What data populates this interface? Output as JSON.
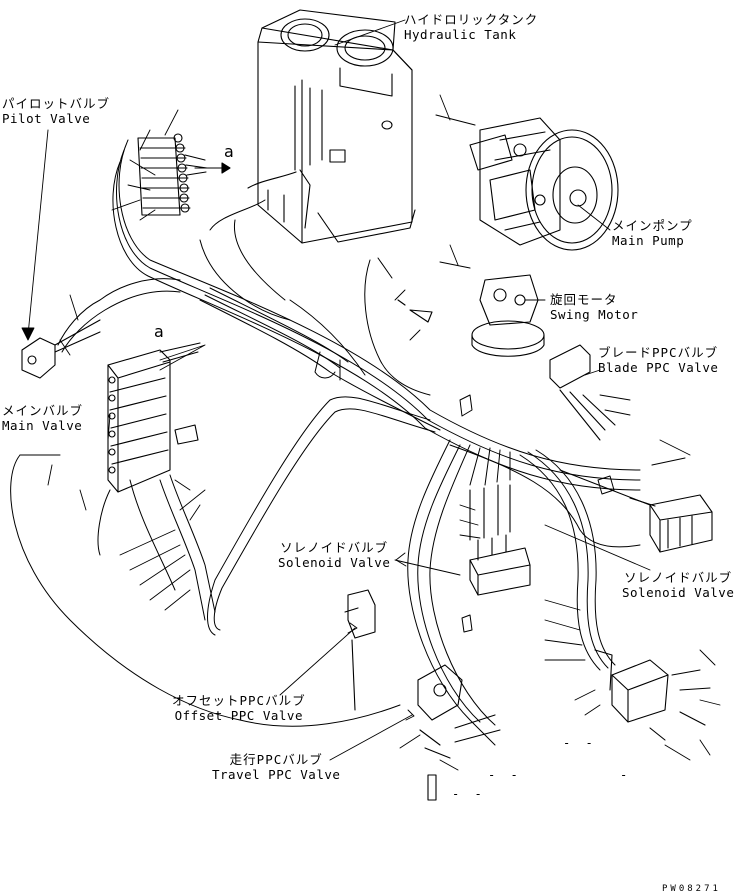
{
  "labels": {
    "hydraulic_tank": {
      "jp": "ハイドロリックタンク",
      "en": "Hydraulic Tank"
    },
    "pilot_valve": {
      "jp": "パイロットバルブ",
      "en": "Pilot Valve"
    },
    "main_pump": {
      "jp": "メインポンプ",
      "en": "Main Pump"
    },
    "swing_motor": {
      "jp": "旋回モータ",
      "en": "Swing Motor"
    },
    "blade_ppc_valve": {
      "jp": "ブレードPPCバルブ",
      "en": "Blade PPC Valve"
    },
    "main_valve": {
      "jp": "メインバルブ",
      "en": "Main Valve"
    },
    "solenoid_valve_center": {
      "jp": "ソレノイドバルブ",
      "en": "Solenoid Valve"
    },
    "solenoid_valve_right": {
      "jp": "ソレノイドバルブ",
      "en": "Solenoid Valve"
    },
    "offset_ppc_valve": {
      "jp": "オフセットPPCバルブ",
      "en": "Offset PPC Valve"
    },
    "travel_ppc_valve": {
      "jp": "走行PPCバルブ",
      "en": "Travel PPC Valve"
    }
  },
  "connection_tags": {
    "pilot": "a",
    "main": "a"
  },
  "drawing_code": "PW08271",
  "blank_marks": [
    "- -",
    "- -",
    "- -",
    "-"
  ]
}
